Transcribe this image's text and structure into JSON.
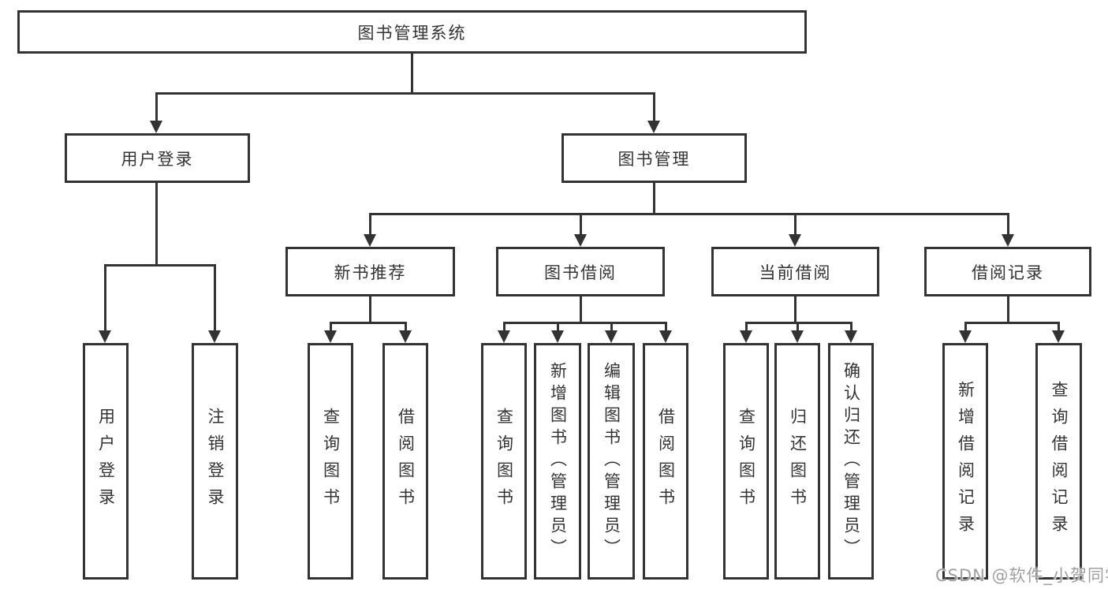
{
  "root_label": "图书管理系统",
  "level2": [
    {
      "label": "用户登录"
    },
    {
      "label": "图书管理"
    }
  ],
  "level3": [
    {
      "label": "新书推荐"
    },
    {
      "label": "图书借阅"
    },
    {
      "label": "当前借阅"
    },
    {
      "label": "借阅记录"
    }
  ],
  "leaves": {
    "user_login": [
      "用户登录",
      "注销登录"
    ],
    "new_books": [
      "查询图书",
      "借阅图书"
    ],
    "borrow": [
      "查询图书",
      "新增图书（管理员）",
      "编辑图书（管理员）",
      "借阅图书"
    ],
    "current": [
      "查询图书",
      "归还图书",
      "确认归还（管理员）"
    ],
    "records": [
      "新增借阅记录",
      "查询借阅记录"
    ]
  },
  "watermark": "CSDN @软件_小贺同学",
  "colors": {
    "line": "#333333",
    "background": "#ffffff",
    "watermark": "#9f9f9f"
  }
}
